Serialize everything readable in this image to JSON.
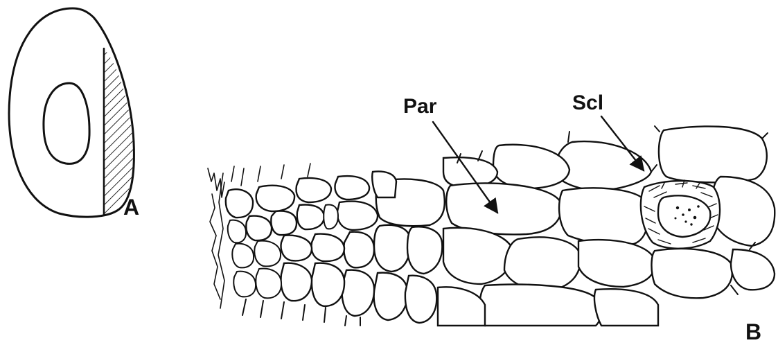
{
  "panels": {
    "a": {
      "label": "A"
    },
    "b": {
      "label": "B"
    }
  },
  "annotations": {
    "parenchyma": "Par",
    "sclerenchyma": "Scl"
  },
  "colors": {
    "ink": "#111111",
    "background": "#ffffff"
  }
}
